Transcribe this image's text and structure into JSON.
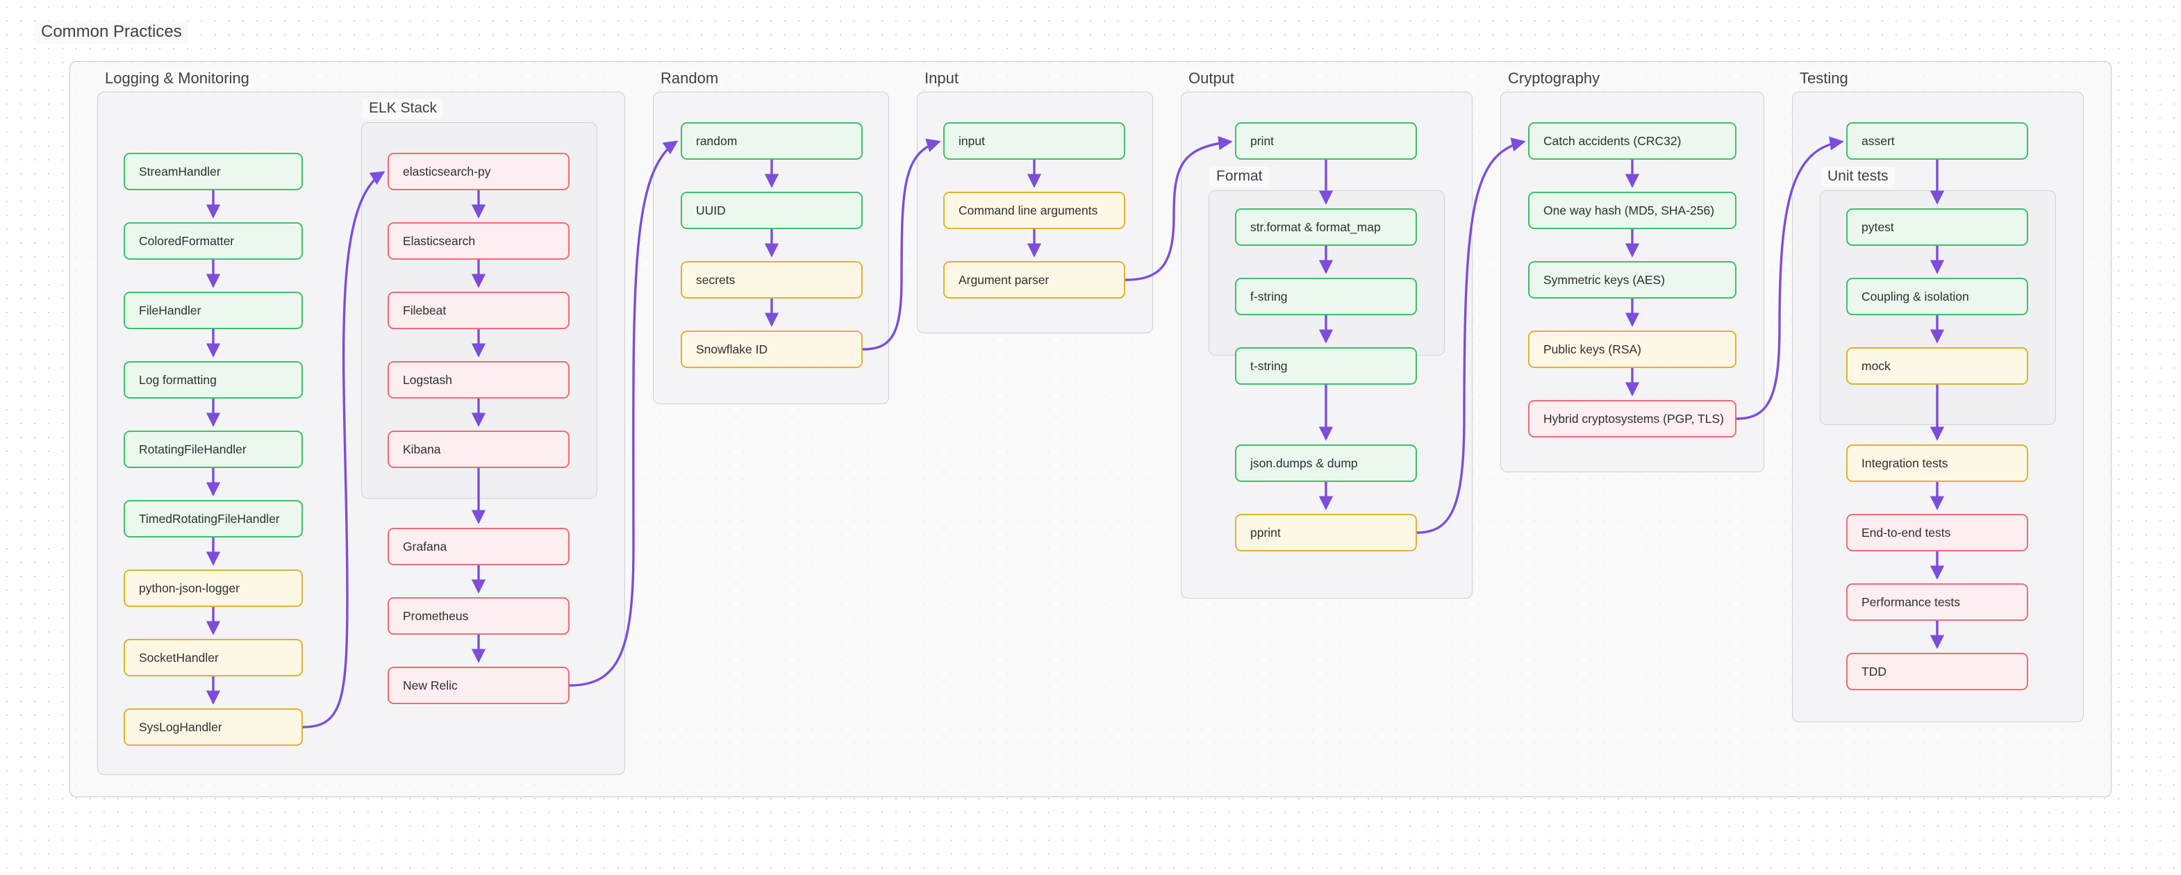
{
  "diagram": {
    "title": "Common Practices",
    "type": "flowchart",
    "edge_color": "#7c4ddb",
    "node_colors": {
      "green": {
        "border": "#3cc06a",
        "fill": "#eaf8ee"
      },
      "yellow": {
        "border": "#e0b22e",
        "fill": "#fdf8e5"
      },
      "red": {
        "border": "#ef6b77",
        "fill": "#fdeef0"
      }
    },
    "groups": {
      "logging": {
        "title": "Logging & Monitoring"
      },
      "elk": {
        "title": "ELK Stack"
      },
      "random": {
        "title": "Random"
      },
      "input": {
        "title": "Input"
      },
      "output": {
        "title": "Output"
      },
      "format": {
        "title": "Format"
      },
      "cryptography": {
        "title": "Cryptography"
      },
      "testing": {
        "title": "Testing"
      },
      "unit_tests": {
        "title": "Unit tests"
      }
    },
    "nodes": {
      "logging": [
        {
          "label": "StreamHandler",
          "color": "green"
        },
        {
          "label": "ColoredFormatter",
          "color": "green"
        },
        {
          "label": "FileHandler",
          "color": "green"
        },
        {
          "label": "Log formatting",
          "color": "green"
        },
        {
          "label": "RotatingFileHandler",
          "color": "green"
        },
        {
          "label": "TimedRotatingFileHandler",
          "color": "green"
        },
        {
          "label": "python-json-logger",
          "color": "yellow"
        },
        {
          "label": "SocketHandler",
          "color": "yellow"
        },
        {
          "label": "SysLogHandler",
          "color": "yellow"
        }
      ],
      "elk": [
        {
          "label": "elasticsearch-py",
          "color": "red"
        },
        {
          "label": "Elasticsearch",
          "color": "red"
        },
        {
          "label": "Filebeat",
          "color": "red"
        },
        {
          "label": "Logstash",
          "color": "red"
        },
        {
          "label": "Kibana",
          "color": "red"
        }
      ],
      "monitoring_tools": [
        {
          "label": "Grafana",
          "color": "red"
        },
        {
          "label": "Prometheus",
          "color": "red"
        },
        {
          "label": "New Relic",
          "color": "red"
        }
      ],
      "random": [
        {
          "label": "random",
          "color": "green"
        },
        {
          "label": "UUID",
          "color": "green"
        },
        {
          "label": "secrets",
          "color": "yellow"
        },
        {
          "label": "Snowflake ID",
          "color": "yellow"
        }
      ],
      "input": [
        {
          "label": "input",
          "color": "green"
        },
        {
          "label": "Command line arguments",
          "color": "yellow"
        },
        {
          "label": "Argument parser",
          "color": "yellow"
        }
      ],
      "output_top": [
        {
          "label": "print",
          "color": "green"
        }
      ],
      "format": [
        {
          "label": "str.format & format_map",
          "color": "green"
        },
        {
          "label": "f-string",
          "color": "green"
        },
        {
          "label": "t-string",
          "color": "green"
        }
      ],
      "output_bottom": [
        {
          "label": "json.dumps & dump",
          "color": "green"
        },
        {
          "label": "pprint",
          "color": "yellow"
        }
      ],
      "cryptography": [
        {
          "label": "Catch accidents (CRC32)",
          "color": "green"
        },
        {
          "label": "One way hash (MD5, SHA-256)",
          "color": "green"
        },
        {
          "label": "Symmetric keys (AES)",
          "color": "green"
        },
        {
          "label": "Public keys (RSA)",
          "color": "yellow"
        },
        {
          "label": "Hybrid cryptosystems (PGP, TLS)",
          "color": "red"
        }
      ],
      "testing_top": [
        {
          "label": "assert",
          "color": "green"
        }
      ],
      "unit_tests": [
        {
          "label": "pytest",
          "color": "green"
        },
        {
          "label": "Coupling & isolation",
          "color": "green"
        },
        {
          "label": "mock",
          "color": "yellow"
        }
      ],
      "testing_bottom": [
        {
          "label": "Integration tests",
          "color": "yellow"
        },
        {
          "label": "End-to-end tests",
          "color": "red"
        },
        {
          "label": "Performance tests",
          "color": "red"
        },
        {
          "label": "TDD",
          "color": "red"
        }
      ]
    },
    "connections": [
      {
        "from": "SysLogHandler",
        "to": "elasticsearch-py"
      },
      {
        "from": "New Relic",
        "to": "random"
      },
      {
        "from": "Snowflake ID",
        "to": "input"
      },
      {
        "from": "Argument parser",
        "to": "print"
      },
      {
        "from": "pprint",
        "to": "Catch accidents (CRC32)"
      },
      {
        "from": "Hybrid cryptosystems (PGP, TLS)",
        "to": "assert"
      }
    ]
  }
}
